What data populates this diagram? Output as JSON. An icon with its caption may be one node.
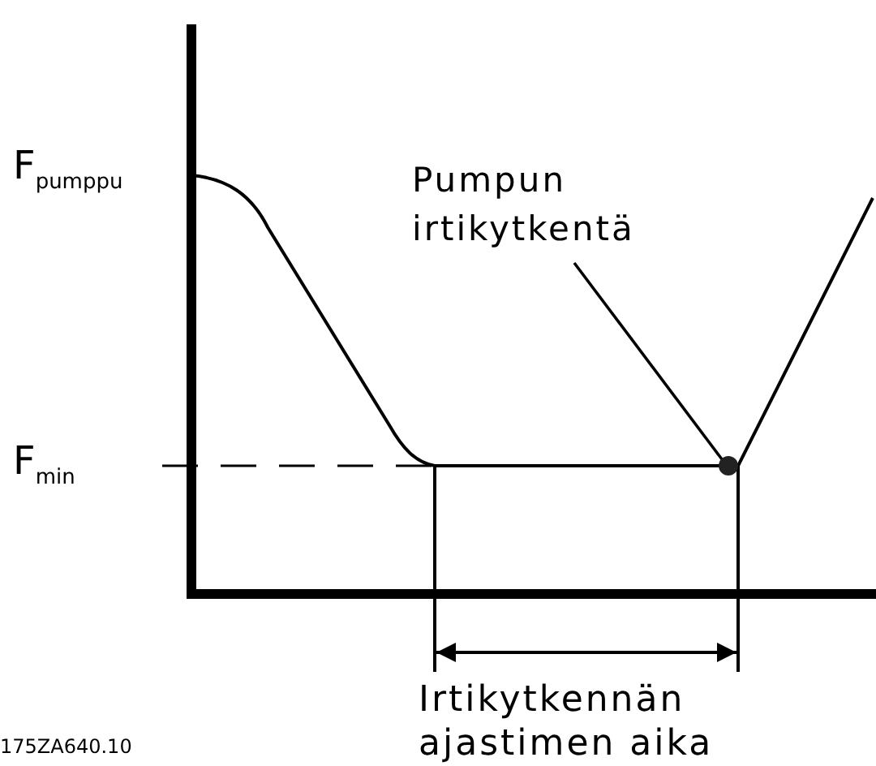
{
  "diagram": {
    "nodes": [
      {
        "text": [
          "Pumpun irtikytkentä"
        ]
      },
      {
        "text": [],
        "shape": "circle"
      }
    ],
    "edges": [
      {
        "from": 0,
        "to": 1,
        "arrow": "none"
      }
    ],
    "labels": [
      "F$_{pumppu}$",
      "F$_{min}$",
      "Irtikytkennän ajastimen aika",
      "175ZA640.10"
    ]
  }
}
